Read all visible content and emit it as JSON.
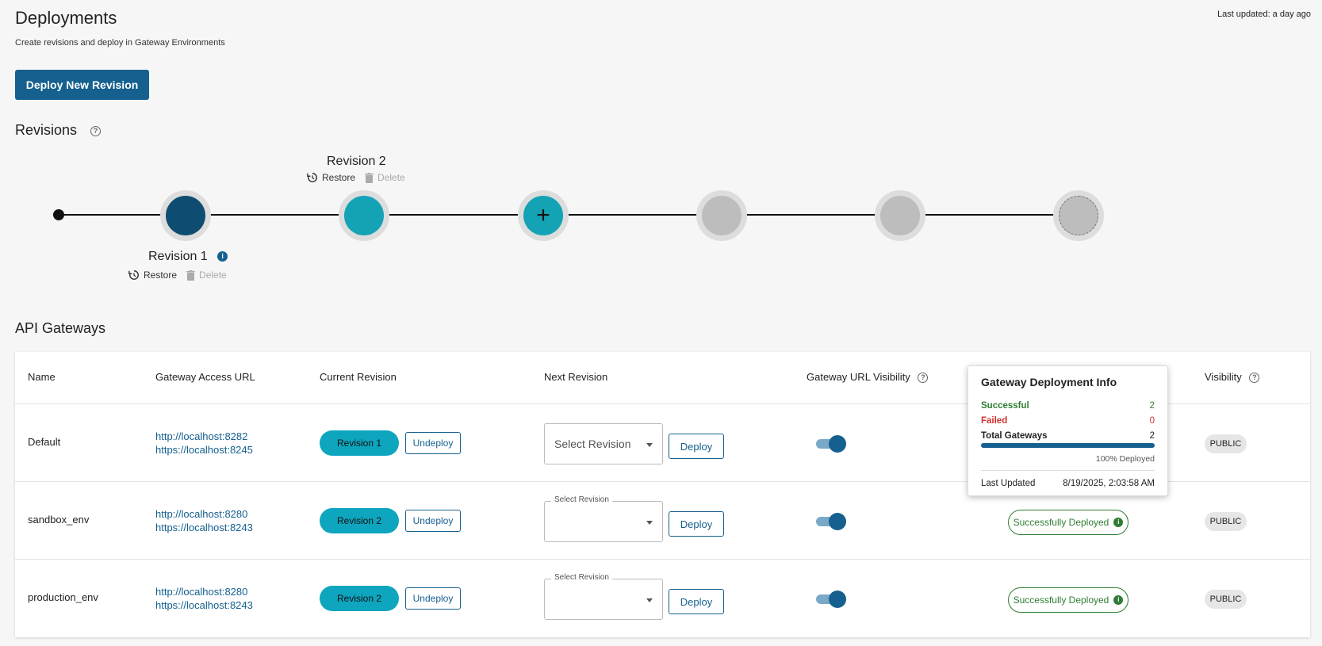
{
  "header": {
    "title": "Deployments",
    "subtitle": "Create revisions and deploy in Gateway Environments",
    "last_updated": "Last updated: a day ago"
  },
  "deploy_new_button": "Deploy New Revision",
  "revisions": {
    "title": "Revisions",
    "help_icon": "question-circle-icon",
    "items": [
      {
        "label": "Revision 1",
        "restore": "Restore",
        "delete": "Delete",
        "color": "#0f4c71"
      },
      {
        "label": "Revision 2",
        "restore": "Restore",
        "delete": "Delete",
        "color": "#13a3b5"
      }
    ],
    "add_symbol": "+",
    "colors": {
      "add": "#13a3b5",
      "empty": "#bdbdbd"
    }
  },
  "gateways": {
    "title": "API Gateways",
    "columns": [
      "Name",
      "Gateway Access URL",
      "Current Revision",
      "Next Revision",
      "Gateway URL Visibility",
      "Visibility"
    ],
    "rows": [
      {
        "name": "Default",
        "http_url": "http://localhost:8282",
        "https_url": "https://localhost:8245",
        "current_revision": "Revision 1",
        "undeploy": "Undeploy",
        "select_placeholder": "Select Revision",
        "select_label": "",
        "deploy": "Deploy",
        "status": "",
        "visibility": "PUBLIC"
      },
      {
        "name": "sandbox_env",
        "http_url": "http://localhost:8280",
        "https_url": "https://localhost:8243",
        "current_revision": "Revision 2",
        "undeploy": "Undeploy",
        "select_placeholder": "",
        "select_label": "Select Revision",
        "deploy": "Deploy",
        "status": "Successfully Deployed",
        "visibility": "PUBLIC"
      },
      {
        "name": "production_env",
        "http_url": "http://localhost:8280",
        "https_url": "https://localhost:8243",
        "current_revision": "Revision 2",
        "undeploy": "Undeploy",
        "select_placeholder": "",
        "select_label": "Select Revision",
        "deploy": "Deploy",
        "status": "Successfully Deployed",
        "visibility": "PUBLIC"
      }
    ]
  },
  "popover": {
    "title": "Gateway Deployment Info",
    "successful_label": "Successful",
    "successful_value": "2",
    "failed_label": "Failed",
    "failed_value": "0",
    "total_label": "Total Gateways",
    "total_value": "2",
    "progress_fraction": 1.0,
    "percent_text": "100%  Deployed",
    "last_updated_label": "Last Updated",
    "last_updated_value": "8/19/2025, 2:03:58 AM"
  },
  "colors": {
    "primary": "#15608f",
    "accent": "#0ea5be",
    "success": "#2e7d32",
    "error": "#d32f2f"
  }
}
